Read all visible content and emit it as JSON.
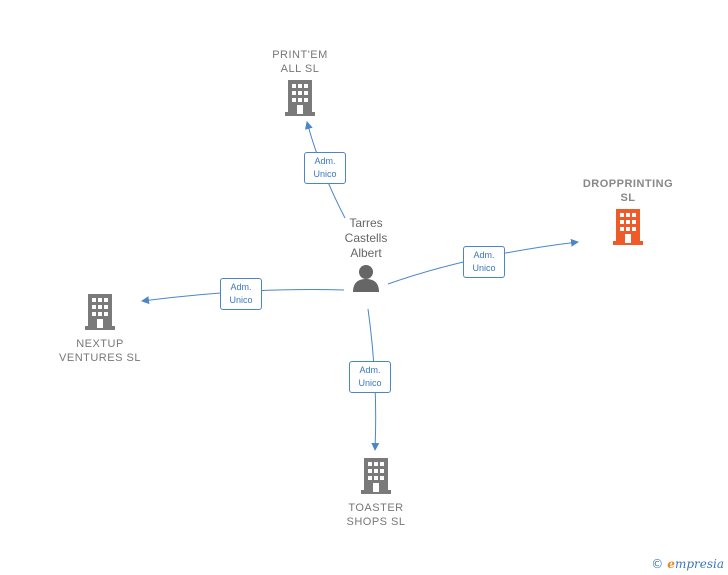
{
  "colors": {
    "edge": "#4a86c8",
    "building": "#7a7a7a",
    "building_highlight": "#f05a28",
    "person": "#666666"
  },
  "center": {
    "name": "Tarres\nCastells\nAlbert",
    "icon": "person-icon"
  },
  "companies": [
    {
      "name": "PRINT'EM\nALL  SL",
      "icon": "building-icon",
      "highlight": false
    },
    {
      "name": "DROPPRINTING\nSL",
      "icon": "building-icon",
      "highlight": true
    },
    {
      "name": "NEXTUP\nVENTURES  SL",
      "icon": "building-icon",
      "highlight": false
    },
    {
      "name": "TOASTER\nSHOPS  SL",
      "icon": "building-icon",
      "highlight": false
    }
  ],
  "relations": [
    {
      "line1": "Adm.",
      "line2": "Unico"
    },
    {
      "line1": "Adm.",
      "line2": "Unico"
    },
    {
      "line1": "Adm.",
      "line2": "Unico"
    },
    {
      "line1": "Adm.",
      "line2": "Unico"
    }
  ],
  "footer": {
    "copyright": "©",
    "brand_initial": "e",
    "brand_rest": "mpresia"
  }
}
